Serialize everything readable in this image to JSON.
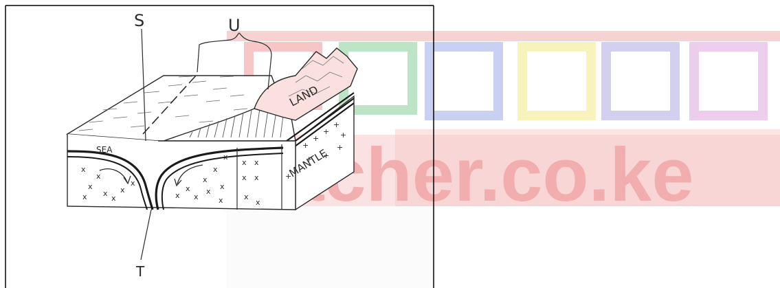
{
  "diagram": {
    "labels": {
      "s": "S",
      "t": "T",
      "u": "U",
      "sea": "SEA",
      "land": "LAND",
      "mantle": "MANTLE"
    }
  },
  "watermark": {
    "text": "Teacher.co.ke",
    "colors": {
      "band": "#f4c6c6",
      "text": "#f2aaaa",
      "squares": [
        "#f4b3b3",
        "#a8dcb4",
        "#b8c2ee",
        "#f6f0a6",
        "#c4c0ea",
        "#e8bde6"
      ]
    }
  }
}
